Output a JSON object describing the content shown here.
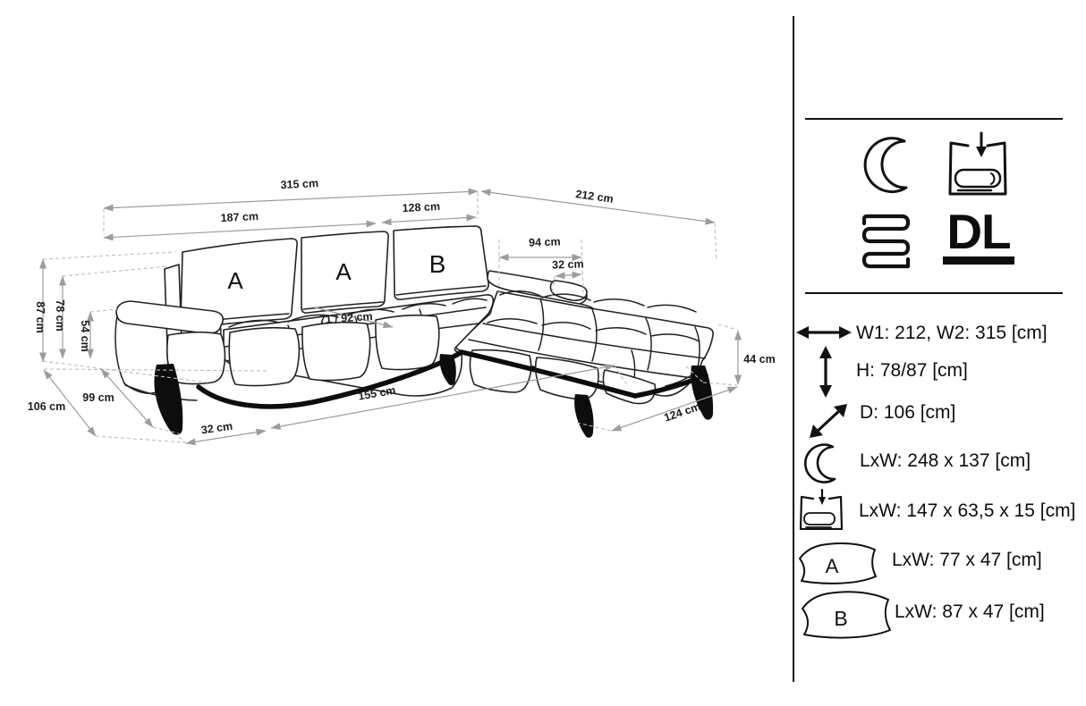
{
  "colors": {
    "background": "#ffffff",
    "sketch_line": "#222222",
    "dimension_line": "#9c9c9c",
    "dimension_text": "#1c1c1c",
    "panel_ink": "#0d0d0d"
  },
  "diagram": {
    "pillows": {
      "left": "A",
      "middle": "A",
      "right": "B"
    },
    "dims": {
      "width_total": "315 cm",
      "chaise_depth": "212 cm",
      "width_left": "187 cm",
      "width_right": "128 cm",
      "chaise_back_width": "94 cm",
      "headrest_width": "32 cm",
      "seat_depth": "71 / 92 cm",
      "height_max": "87 cm",
      "height_back": "78 cm",
      "height_arm": "54 cm",
      "depth_total": "106 cm",
      "depth_base": "99 cm",
      "leg_inset": "32 cm",
      "base_front": "155 cm",
      "chaise_side": "124 cm",
      "seat_height": "44 cm"
    }
  },
  "legend": {
    "dl_label": "DL",
    "rows": [
      {
        "icon": "width-arrow",
        "text": "W1: 212, W2: 315 [cm]"
      },
      {
        "icon": "height-arrow",
        "text": "H: 78/87 [cm]"
      },
      {
        "icon": "depth-arrow",
        "text": "D: 106 [cm]"
      },
      {
        "icon": "moon",
        "text": "LxW: 248 x 137 [cm]"
      },
      {
        "icon": "fold-out-bed",
        "text": "LxW: 147 x 63,5 x 15 [cm]"
      },
      {
        "icon": "pillow",
        "letter": "A",
        "text": "LxW: 77 x 47 [cm]"
      },
      {
        "icon": "pillow",
        "letter": "B",
        "text": "LxW: 87 x 47 [cm]"
      }
    ]
  }
}
